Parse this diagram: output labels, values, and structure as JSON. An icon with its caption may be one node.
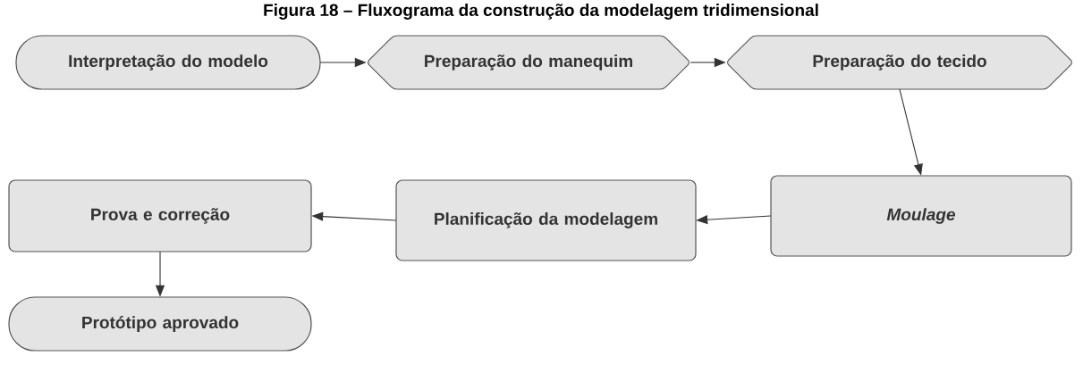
{
  "diagram": {
    "title": "Figura 18 – Fluxograma da construção da modelagem tridimensional",
    "nodes": [
      {
        "text": [
          "Interpretação do modelo"
        ]
      },
      {
        "text": [
          "Preparação do manequim"
        ]
      },
      {
        "text": [
          "Preparação do tecido"
        ]
      },
      {
        "text": [
          "Moulage"
        ]
      },
      {
        "text": [
          "Planificação da modelagem"
        ]
      },
      {
        "text": [
          "Prova e correção"
        ]
      },
      {
        "text": [
          "Protótipo aprovado"
        ]
      }
    ],
    "edges": [
      {
        "from": 0,
        "to": 1,
        "arrow": "to"
      },
      {
        "from": 1,
        "to": 2,
        "arrow": "to"
      },
      {
        "from": 2,
        "to": 3,
        "arrow": "to"
      },
      {
        "from": 3,
        "to": 4,
        "arrow": "to"
      },
      {
        "from": 4,
        "to": 5,
        "arrow": "to"
      },
      {
        "from": 5,
        "to": 6,
        "arrow": "to"
      }
    ]
  }
}
